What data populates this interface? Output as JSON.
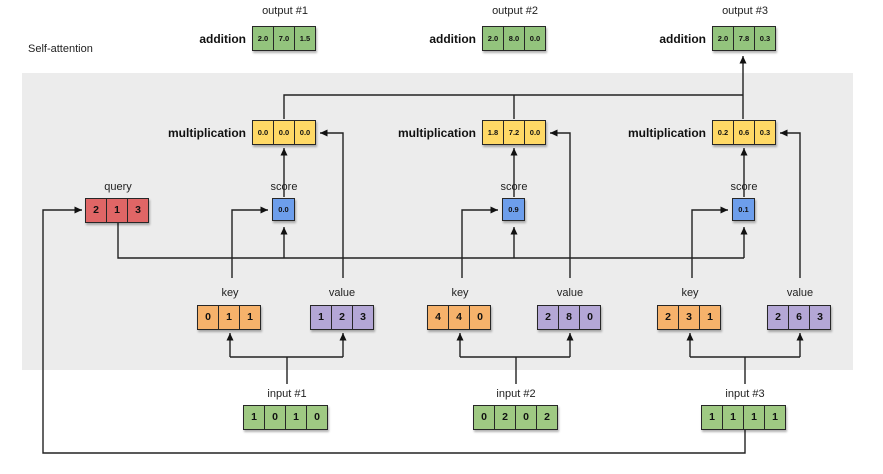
{
  "title": "Self-attention",
  "labels": {
    "addition": "addition",
    "multiplication": "multiplication",
    "score": "score",
    "key": "key",
    "value": "value",
    "query": "query"
  },
  "query": {
    "values": [
      "2",
      "1",
      "3"
    ]
  },
  "columns": [
    {
      "output_label": "output #1",
      "addition_values": [
        "2.0",
        "7.0",
        "1.5"
      ],
      "multiplication_values": [
        "0.0",
        "0.0",
        "0.0"
      ],
      "score_value": "0.0",
      "key_values": [
        "0",
        "1",
        "1"
      ],
      "value_values": [
        "1",
        "2",
        "3"
      ],
      "input_label": "input #1",
      "input_values": [
        "1",
        "0",
        "1",
        "0"
      ]
    },
    {
      "output_label": "output #2",
      "addition_values": [
        "2.0",
        "8.0",
        "0.0"
      ],
      "multiplication_values": [
        "1.8",
        "7.2",
        "0.0"
      ],
      "score_value": "0.9",
      "key_values": [
        "4",
        "4",
        "0"
      ],
      "value_values": [
        "2",
        "8",
        "0"
      ],
      "input_label": "input #2",
      "input_values": [
        "0",
        "2",
        "0",
        "2"
      ]
    },
    {
      "output_label": "output #3",
      "addition_values": [
        "2.0",
        "7.8",
        "0.3"
      ],
      "multiplication_values": [
        "0.2",
        "0.6",
        "0.3"
      ],
      "score_value": "0.1",
      "key_values": [
        "2",
        "3",
        "1"
      ],
      "value_values": [
        "2",
        "6",
        "3"
      ],
      "input_label": "input #3",
      "input_values": [
        "1",
        "1",
        "1",
        "1"
      ]
    }
  ],
  "colors": {
    "output_green": "#93c47d",
    "input_green": "#9fc983",
    "query_red": "#e06666",
    "key_orange": "#f6b26b",
    "value_purple": "#b4a7d6",
    "score_blue": "#6d9eeb",
    "multiplication_yellow": "#ffd966",
    "background_gray": "#ececec",
    "line": "#222222"
  }
}
